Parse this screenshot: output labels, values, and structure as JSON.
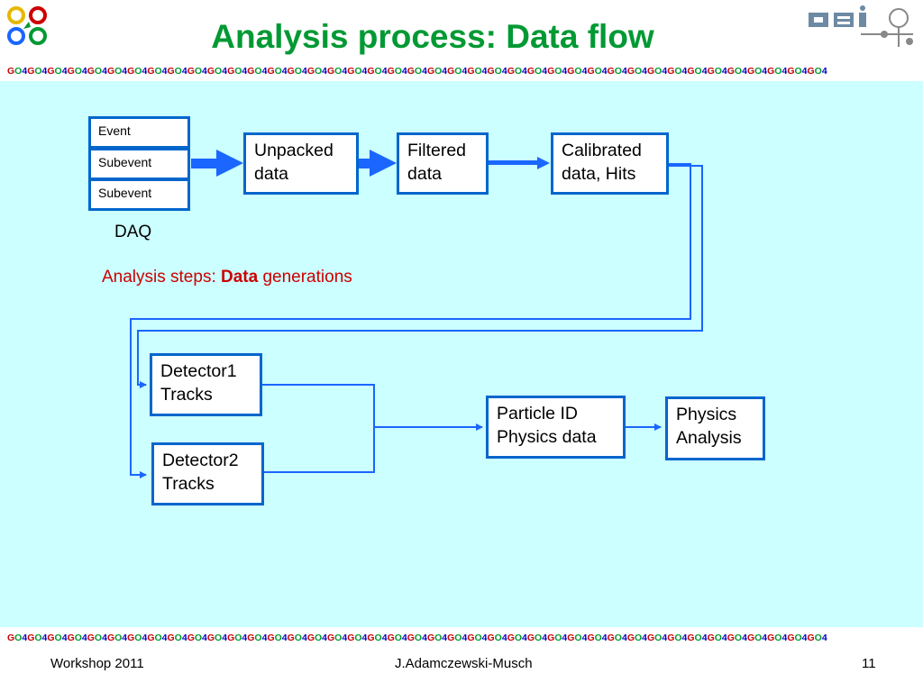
{
  "slide": {
    "title": "Analysis process: Data flow",
    "go4_banner_unit": "GO4"
  },
  "daq": {
    "items": [
      "Event",
      "Subevent",
      "Subevent"
    ],
    "label": "DAQ"
  },
  "pipeline": {
    "unpacked": [
      "Unpacked",
      "data"
    ],
    "filtered": [
      "Filtered",
      "data"
    ],
    "calibrated": [
      "Calibrated",
      "data, Hits"
    ]
  },
  "steps_note": {
    "prefix": "Analysis steps: ",
    "bold": "Data",
    "suffix": " generations"
  },
  "tracks": {
    "detector1": [
      "Detector1",
      "Tracks"
    ],
    "detector2": [
      "Detector2",
      "Tracks"
    ]
  },
  "particle_id": [
    "Particle ID",
    "Physics data"
  ],
  "physics": [
    "Physics",
    "Analysis"
  ],
  "footer": {
    "left": "Workshop 2011",
    "center": "J.Adamczewski-Musch",
    "page": "11"
  },
  "colors": {
    "title": "#009933",
    "panel_bg": "#ccffff",
    "box_border": "#0066cc",
    "arrow": "#1a66ff",
    "note": "#cc0000"
  }
}
